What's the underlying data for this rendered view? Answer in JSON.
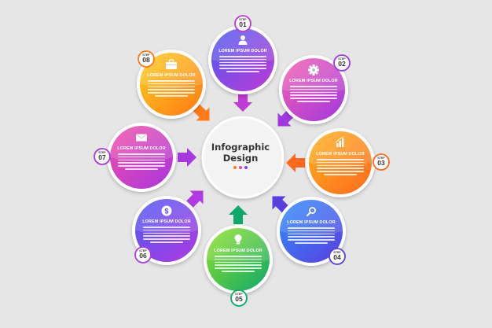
{
  "center": {
    "title_line1": "Infographic",
    "title_line2": "Design",
    "dot_colors": [
      "#ff7a18",
      "#e84aa5",
      "#7b42f6"
    ]
  },
  "steps": [
    {
      "label": "STEP",
      "number": "01",
      "title": "LOREM IPSUM DOLOR",
      "icon": "user-icon",
      "colors": [
        "#4a5bf1",
        "#c03ad6"
      ]
    },
    {
      "label": "STEP",
      "number": "02",
      "title": "LOREM IPSUM DOLOR",
      "icon": "gear-icon",
      "colors": [
        "#f45fb0",
        "#a238e0"
      ]
    },
    {
      "label": "STEP",
      "number": "03",
      "title": "LOREM IPSUM DOLOR",
      "icon": "bar-chart-icon",
      "colors": [
        "#ffb21e",
        "#ff6a1f"
      ]
    },
    {
      "label": "STEP",
      "number": "04",
      "title": "LOREM IPSUM DOLOR",
      "icon": "magnifier-icon",
      "colors": [
        "#2f8dfa",
        "#5a3fe0"
      ]
    },
    {
      "label": "STEP",
      "number": "05",
      "title": "LOREM IPSUM DOLOR",
      "icon": "lightbulb-icon",
      "colors": [
        "#8fe227",
        "#0fa86c"
      ]
    },
    {
      "label": "STEP",
      "number": "06",
      "title": "LOREM IPSUM DOLOR",
      "icon": "dollar-coin-icon",
      "colors": [
        "#4d58f3",
        "#b13ae0"
      ]
    },
    {
      "label": "STEP",
      "number": "07",
      "title": "LOREM IPSUM DOLOR",
      "icon": "envelope-icon",
      "colors": [
        "#f24fa7",
        "#a937e0"
      ]
    },
    {
      "label": "STEP",
      "number": "08",
      "title": "LOREM IPSUM DOLOR",
      "icon": "briefcase-icon",
      "colors": [
        "#ffcf1d",
        "#ff7a18"
      ]
    }
  ]
}
